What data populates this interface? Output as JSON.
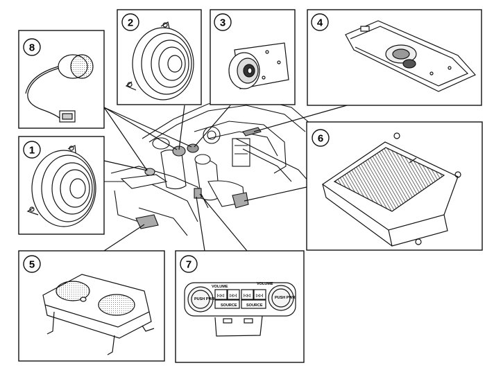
{
  "callouts": {
    "c1": "1",
    "c2": "2",
    "c3": "3",
    "c4": "4",
    "c5": "5",
    "c6": "6",
    "c7": "7",
    "c8": "8"
  },
  "control_panel": {
    "volume_left": "VOLUME",
    "volume_right": "VOLUME",
    "source_left": "SOURCE",
    "source_right": "SOURCE",
    "knob_left": "PUSH PWR",
    "knob_right": "PUSH PWR",
    "prev_left": "|◁◁",
    "next_left": "▷▷|",
    "prev_right": "|◁◁",
    "next_right": "▷▷|"
  }
}
